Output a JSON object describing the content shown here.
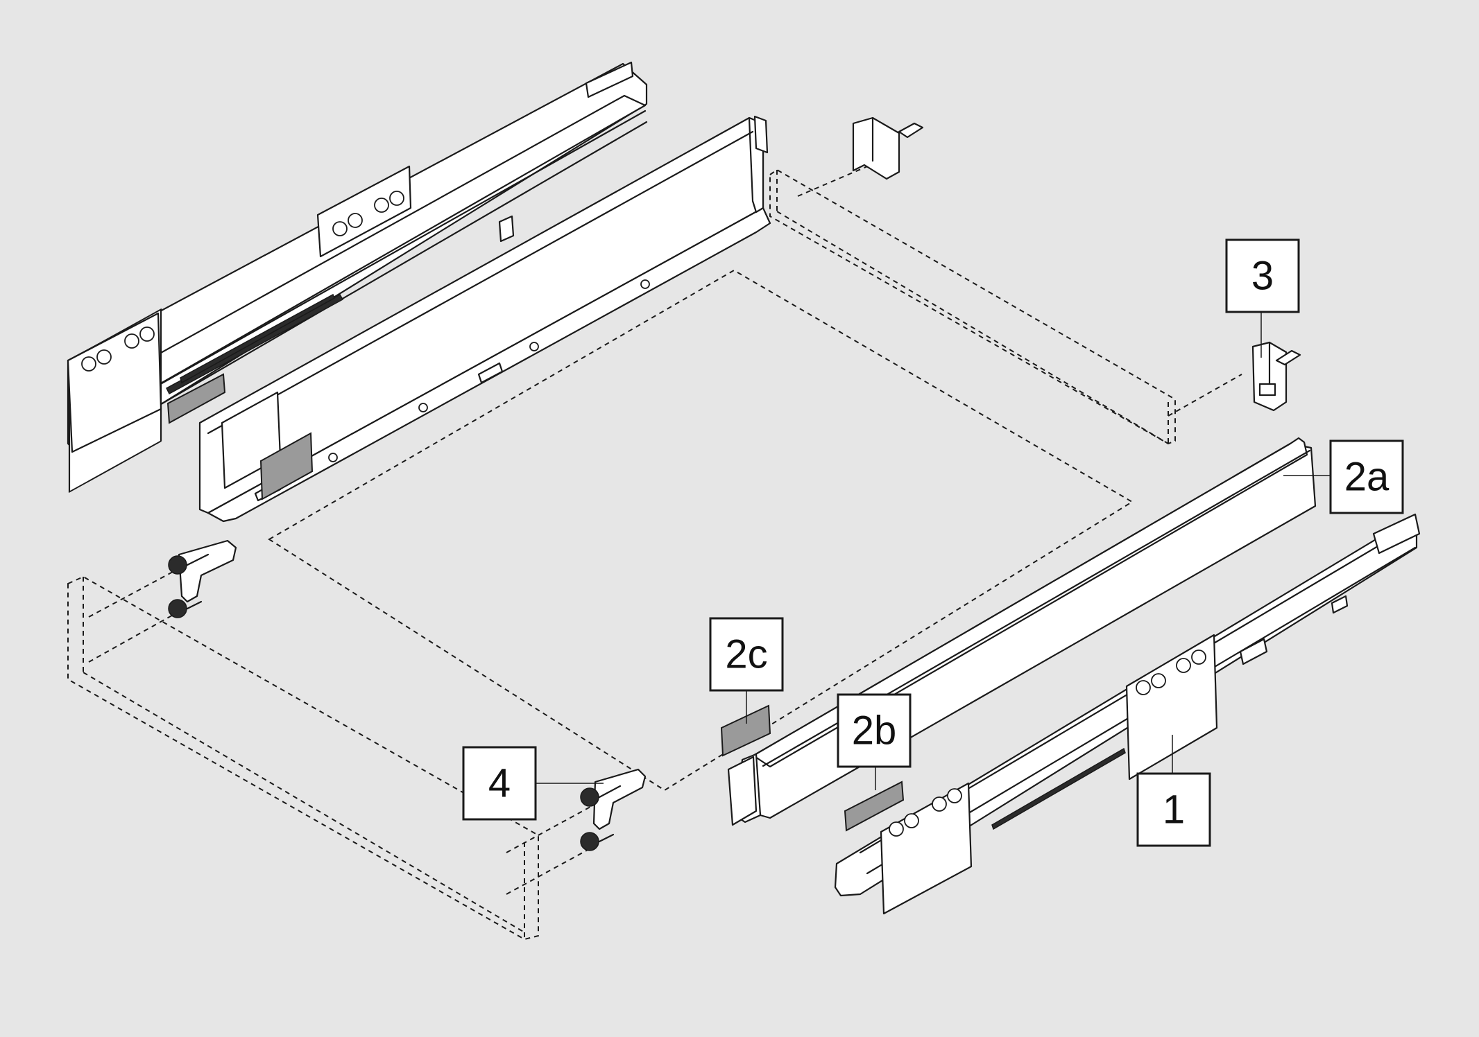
{
  "labels": {
    "runner": "1",
    "side_profile": "2a",
    "cover_cap": "2b",
    "cover_cap_left": "2c",
    "rear_bracket": "3",
    "front_locking_device": "4"
  },
  "colors": {
    "background": "#e6e6e6",
    "line": "#1a1a1a",
    "part_fill": "#ffffff",
    "cap_fill": "#9a9a9a"
  }
}
